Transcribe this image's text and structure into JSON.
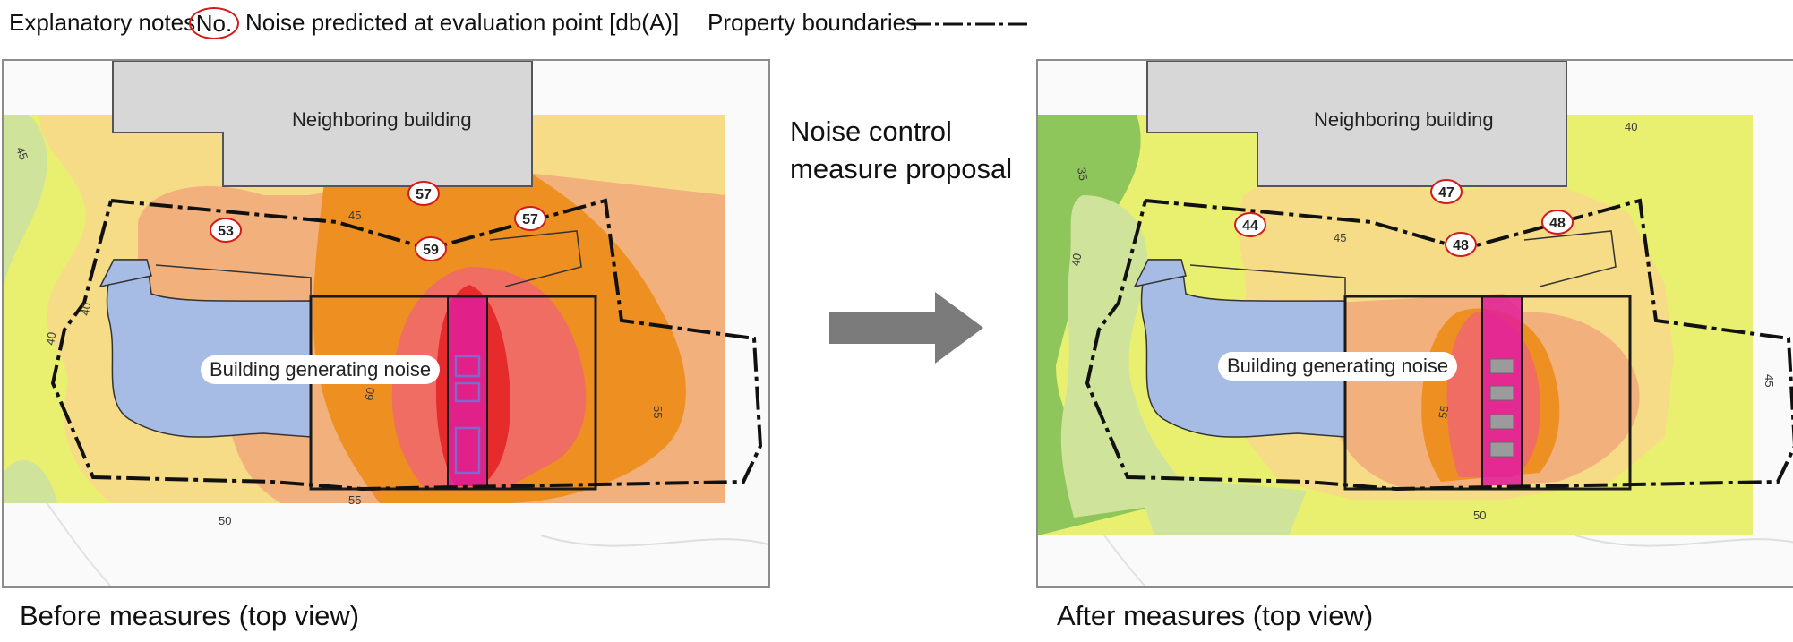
{
  "legend": {
    "prefix": "Explanatory notes",
    "symbol": "No.",
    "description": "Noise predicted at evaluation point [db(A)]",
    "boundary_label": "Property boundaries",
    "symbol_color": "#d21b1b"
  },
  "middle": {
    "line1": "Noise control",
    "line2": "measure proposal",
    "arrow_icon": "right-arrow"
  },
  "panels": {
    "before": {
      "caption": "Before measures (top view)",
      "neighbor_label": "Neighboring building",
      "source_label": "Building generating noise",
      "points": [
        {
          "id": "p53",
          "value": "53"
        },
        {
          "id": "p57a",
          "value": "57"
        },
        {
          "id": "p59",
          "value": "59"
        },
        {
          "id": "p57b",
          "value": "57"
        }
      ],
      "contours": [
        "40",
        "40",
        "45",
        "45",
        "50",
        "55",
        "55",
        "60"
      ]
    },
    "after": {
      "caption": "After measures (top view)",
      "neighbor_label": "Neighboring building",
      "source_label": "Building generating noise",
      "points": [
        {
          "id": "p44",
          "value": "44"
        },
        {
          "id": "p47",
          "value": "47"
        },
        {
          "id": "p48a",
          "value": "48"
        },
        {
          "id": "p48b",
          "value": "48"
        }
      ],
      "contours": [
        "40",
        "35",
        "40",
        "45",
        "50",
        "55",
        "45"
      ]
    }
  },
  "colors": {
    "level_35": "#8ec65b",
    "level_40": "#cfe39a",
    "level_45": "#e9f070",
    "level_50": "#f6dc86",
    "level_55": "#f2b07c",
    "level_60": "#ee8f22",
    "level_65": "#ef6d63",
    "level_70": "#e52b2b",
    "source": "#e21f9a",
    "building_blue": "#a7bce5",
    "neighbor_gray": "#d7d7d7"
  }
}
